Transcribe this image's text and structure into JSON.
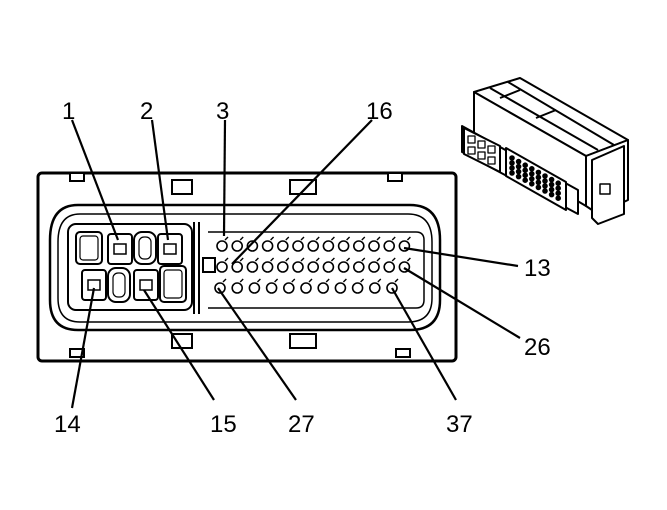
{
  "callouts": {
    "c1": "1",
    "c2": "2",
    "c3": "3",
    "c16": "16",
    "c13": "13",
    "c26": "26",
    "c14": "14",
    "c15": "15",
    "c27": "27",
    "c37": "37"
  },
  "pin_rows": {
    "row1_pins": 13,
    "row2_pins": 13,
    "row3_pins": 11
  },
  "colors": {
    "line": "#000000",
    "background": "#ffffff"
  }
}
